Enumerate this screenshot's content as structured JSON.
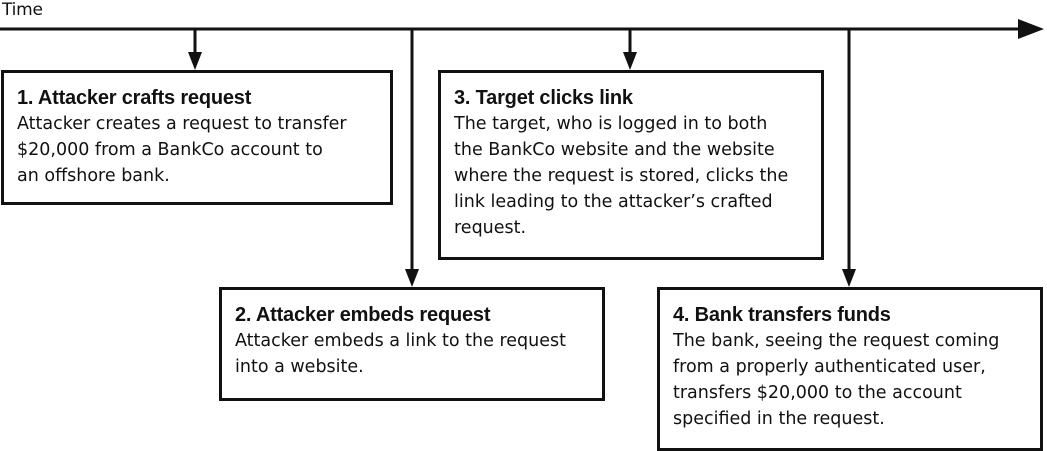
{
  "timeline": {
    "axis_label": "Time",
    "line_color": "#111111"
  },
  "steps": [
    {
      "title": "1. Attacker crafts request",
      "lines": [
        "Attacker creates a request to transfer",
        "$20,000 from a BankCo account to",
        "an offshore bank."
      ]
    },
    {
      "title": "2. Attacker embeds request",
      "lines": [
        "Attacker embeds a link to the request",
        "into a website."
      ]
    },
    {
      "title": "3. Target clicks link",
      "lines": [
        "The target, who is logged in to both",
        "the BankCo website and the website",
        "where the request is stored, clicks the",
        "link leading to the attacker’s crafted",
        "request."
      ]
    },
    {
      "title": "4. Bank transfers funds",
      "lines": [
        "The bank, seeing the request coming",
        "from a properly authenticated user,",
        "transfers $20,000 to the account",
        "specified in the request."
      ]
    }
  ]
}
